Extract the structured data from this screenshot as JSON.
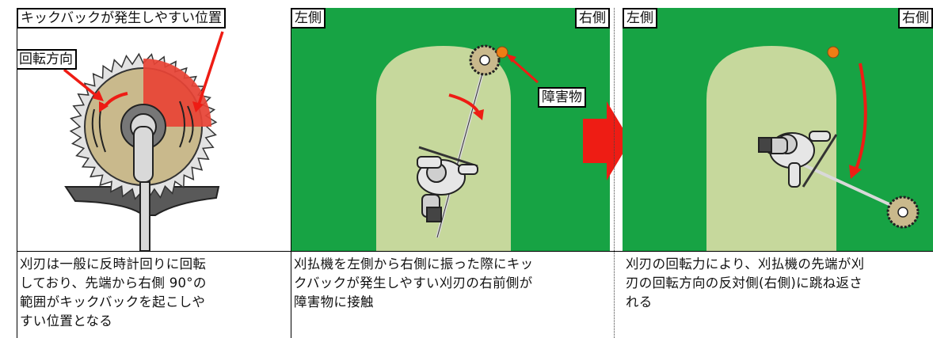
{
  "panel1": {
    "label_kickback_position": "キックバックが発生しやすい位置",
    "label_rotation_direction": "回転方向",
    "caption": [
      "刈刃は一般に反時計回りに回転",
      "しており、先端から右側 90°の",
      "範囲がキックバックを起こしや",
      "すい位置となる"
    ]
  },
  "panel2": {
    "label_left": "左側",
    "label_right": "右側",
    "label_obstacle": "障害物",
    "caption": [
      "刈払機を左側から右側に振った際にキッ",
      "クバックが発生しやすい刈刃の右前側が",
      "障害物に接触"
    ]
  },
  "panel3": {
    "label_left": "左側",
    "label_right": "右側",
    "caption": [
      "刈刃の回転力により、刈払機の先端が刈",
      "刃の回転方向の反対側(右側)に跳ね返さ",
      "れる"
    ]
  },
  "colors": {
    "grass": "#17a344",
    "mowed_area": "#c6d89c",
    "obstacle": "#ee7d14",
    "arrow": "#ee1c14",
    "kickback_zone": "#e84335",
    "blade_tan": "#c9b98c",
    "guard": "#595959"
  },
  "icons": [
    "saw-blade-icon",
    "obstacle-icon",
    "operator-icon",
    "transition-arrow-icon",
    "rotation-arrow-icon"
  ]
}
